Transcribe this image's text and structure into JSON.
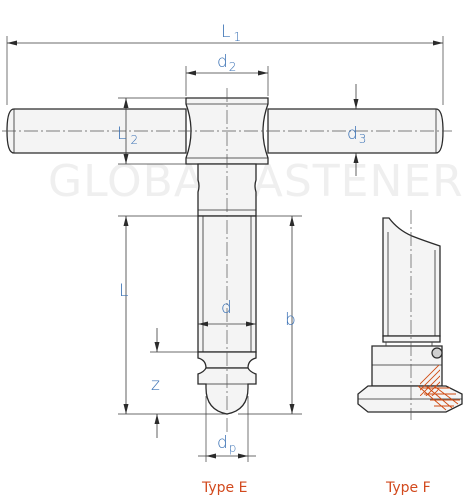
{
  "watermark": "GLOBALFASTENER",
  "labels": {
    "L1": {
      "main": "L",
      "sub": "1"
    },
    "d2": {
      "main": "d",
      "sub": "2"
    },
    "L2": {
      "main": "L",
      "sub": "2"
    },
    "d3": {
      "main": "d",
      "sub": "3"
    },
    "L": "L",
    "d": "d",
    "b": "b",
    "z": "z",
    "dp": {
      "main": "d",
      "sub": "p"
    }
  },
  "types": {
    "e": "Type E",
    "f": "Type F"
  },
  "colors": {
    "label": "#3b72b5",
    "type": "#d24a1e",
    "hatch": "#d04a10",
    "line": "#2b2b2b"
  }
}
